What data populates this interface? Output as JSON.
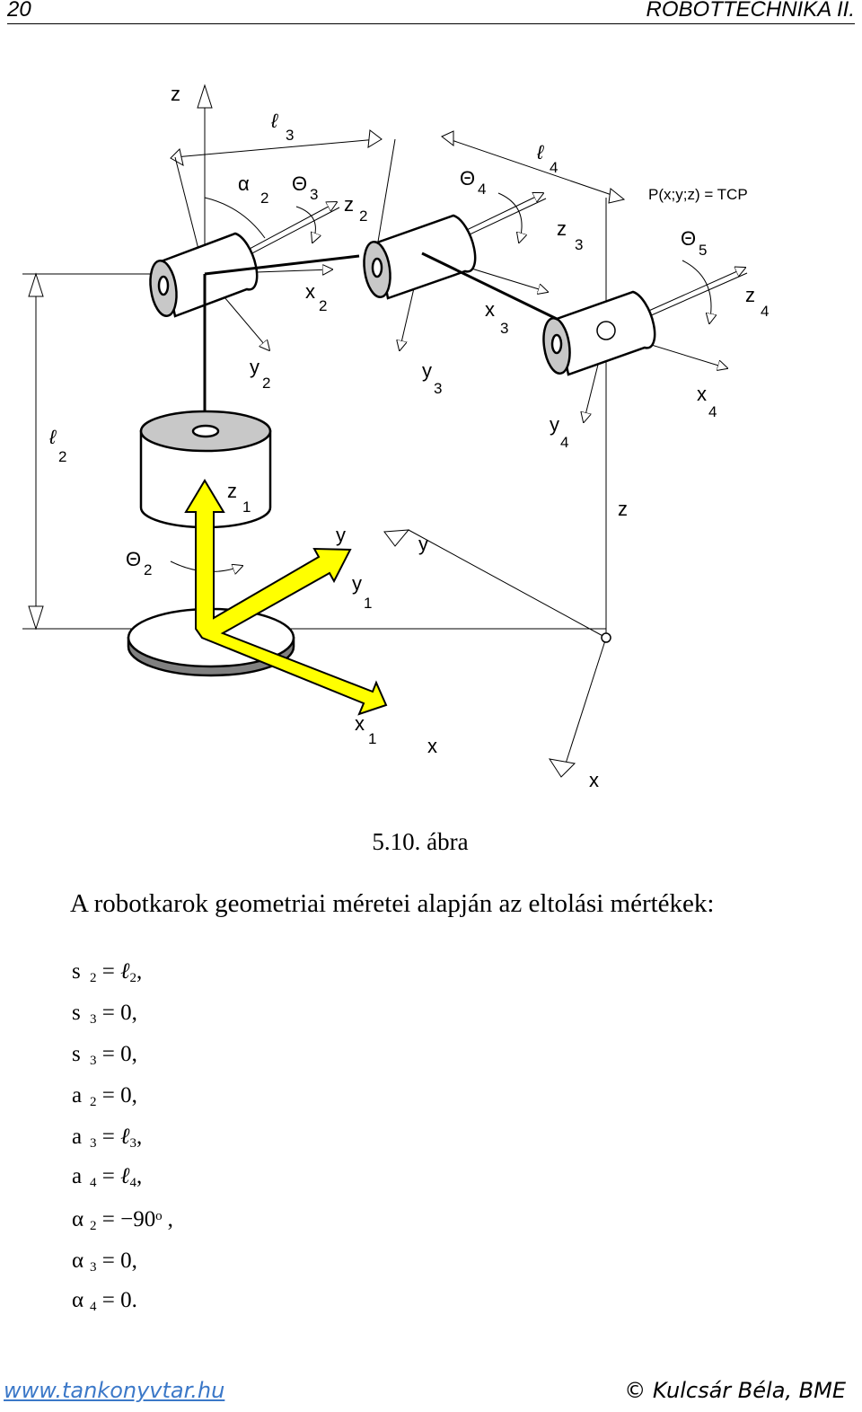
{
  "header": {
    "page_number": "20",
    "book_title": "ROBOTTECHNIKA II."
  },
  "figure": {
    "labels": {
      "z_top": "z",
      "l3": "ℓ",
      "l3_sub": "3",
      "alpha2": "α",
      "alpha2_sub": "2",
      "theta3": "Θ",
      "theta3_sub": "3",
      "z2": "z",
      "z2_sub": "2",
      "theta4": "Θ",
      "theta4_sub": "4",
      "l4": "ℓ",
      "l4_sub": "4",
      "z3": "z",
      "z3_sub": "3",
      "tcp": "P(x;y;z) = TCP",
      "theta5": "Θ",
      "theta5_sub": "5",
      "z4": "z",
      "z4_sub": "4",
      "x2": "x",
      "x2_sub": "2",
      "x3": "x",
      "x3_sub": "3",
      "y2": "y",
      "y2_sub": "2",
      "y3": "y",
      "y3_sub": "3",
      "x4": "x",
      "x4_sub": "4",
      "y4": "y",
      "y4_sub": "4",
      "l2": "ℓ",
      "l2_sub": "2",
      "z1": "z",
      "z1_sub": "1",
      "z_right": "z",
      "theta2": "Θ",
      "theta2_sub": "2",
      "y_a": "y",
      "y_b": "y",
      "y1": "y",
      "y1_sub": "1",
      "x1": "x",
      "x1_sub": "1",
      "x_mid": "x",
      "x_far": "x"
    }
  },
  "caption": "5.10. ábra",
  "intro_text": "A robotkarok geometriai méretei alapján az eltolási mértékek:",
  "equations": [
    {
      "var": "s",
      "sub": "2",
      "rhs_pre": "= ",
      "rhs_sym": "ℓ",
      "rhs_sub": "2",
      "tail": ","
    },
    {
      "var": "s",
      "sub": "3",
      "rhs_pre": "= 0",
      "rhs_sym": "",
      "rhs_sub": "",
      "tail": ","
    },
    {
      "var": "s",
      "sub": "3",
      "rhs_pre": "= 0",
      "rhs_sym": "",
      "rhs_sub": "",
      "tail": ","
    },
    {
      "var": "a",
      "sub": "2",
      "rhs_pre": "= 0",
      "rhs_sym": "",
      "rhs_sub": "",
      "tail": ","
    },
    {
      "var": "a",
      "sub": "3",
      "rhs_pre": "= ",
      "rhs_sym": "ℓ",
      "rhs_sub": "3",
      "tail": ","
    },
    {
      "var": "a",
      "sub": "4",
      "rhs_pre": "= ",
      "rhs_sym": "ℓ",
      "rhs_sub": "4",
      "tail": ","
    },
    {
      "var": "α",
      "sub": "2",
      "rhs_pre": "= −90",
      "rhs_sym": "",
      "rhs_sub": "",
      "tail": "ᵒ ,"
    },
    {
      "var": "α",
      "sub": "3",
      "rhs_pre": "= 0",
      "rhs_sym": "",
      "rhs_sub": "",
      "tail": ","
    },
    {
      "var": "α",
      "sub": "4",
      "rhs_pre": "= 0",
      "rhs_sym": "",
      "rhs_sub": "",
      "tail": "."
    }
  ],
  "footer": {
    "url": "www.tankonyvtar.hu",
    "copyright": "© Kulcsár Béla, BME"
  },
  "colors": {
    "axis_yellow": "#ffff00",
    "link_blue": "#3b78c8",
    "cylinder_gray": "#c8c8c8",
    "base_dark": "#808080"
  }
}
